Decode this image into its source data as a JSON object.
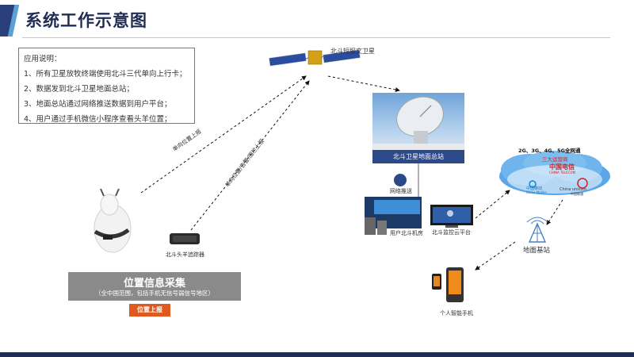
{
  "page": {
    "title": "系统工作示意图"
  },
  "notes": {
    "heading": "应用说明：",
    "lines": [
      "1、所有卫星放牧终端使用北斗三代单向上行卡；",
      "2、数据发到北斗卫星地面总站；",
      "3、地面总站通过网络推送数据到用户平台；",
      "4、用户通过手机微信小程序查看头羊位置；"
    ]
  },
  "diagram": {
    "satellite_label": "北斗短报文卫星",
    "link_label_1": "单向位置上报",
    "link_label_2": "单向位置/告警/围栏上报",
    "tracker_label": "北斗头羊追踪器",
    "collect_title": "位置信息采集",
    "collect_subtitle": "（全中国范围，包括手机无信号弱信号地区）",
    "report_button": "位置上报",
    "station_label": "北斗卫星地面总站",
    "push_label": "网络推送",
    "server_room_label": "用户北斗机房",
    "cloud_platform_label": "北斗监控云平台",
    "carrier_title": "2G、3G、4G、5G全网通",
    "carrier_subtitle": "三大运营商",
    "carrier_telecom": "中国电信",
    "carrier_telecom_en": "CHINA TELECOM",
    "carrier_mobile": "中国移动",
    "carrier_mobile_en": "China Mobile",
    "carrier_unicom_en": "China unicom",
    "carrier_unicom": "中国联通",
    "base_station_label": "地面基站",
    "phone_label": "个人智能手机"
  },
  "colors": {
    "navy": "#1f2d55",
    "station_blue": "#2c4a8a",
    "button_orange": "#e05a1f",
    "panel_gray": "#8a8a8a",
    "carrier_red": "#d81e1e"
  }
}
